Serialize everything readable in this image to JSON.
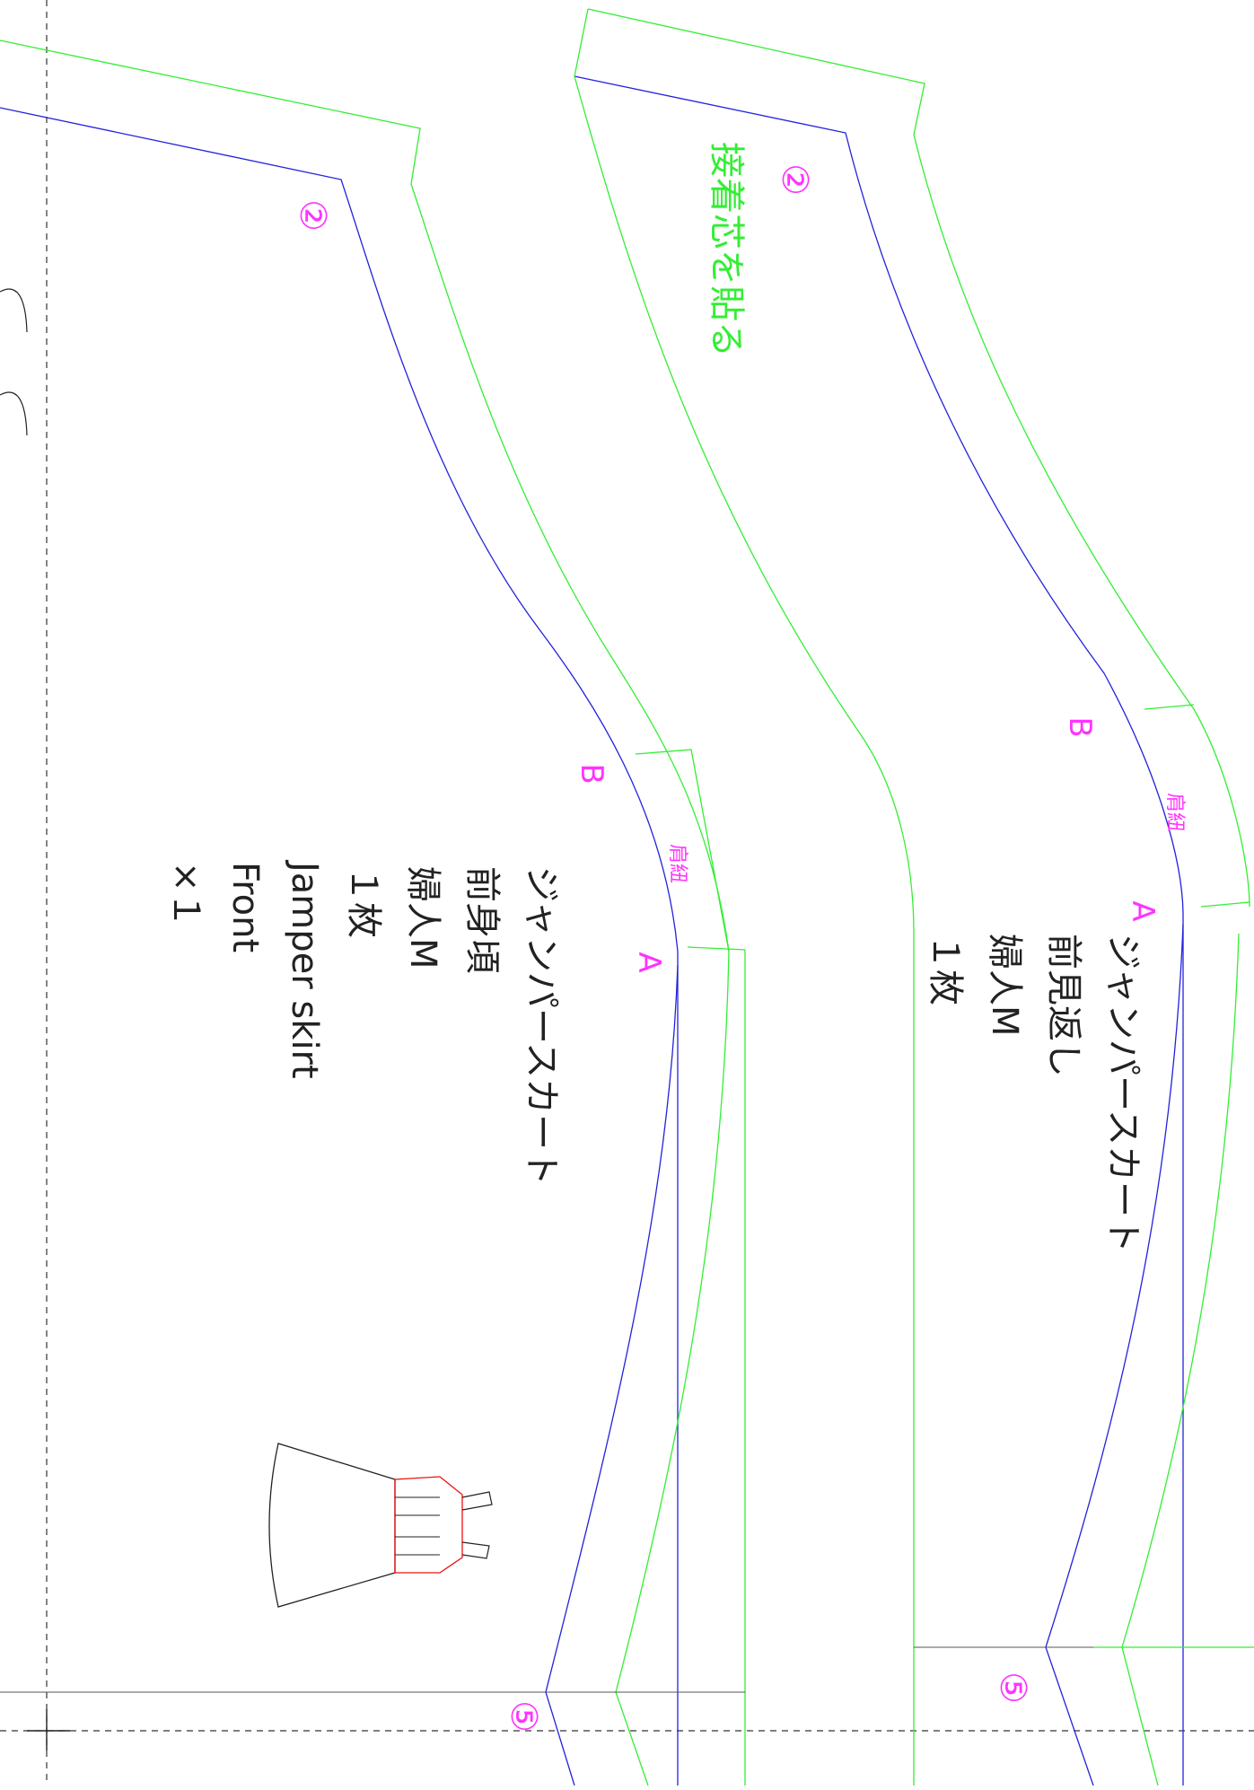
{
  "colors": {
    "cut_line": "#33ee33",
    "seam_line": "#2222dd",
    "label": "#ff33ff",
    "text": "#222222",
    "illustration_bodice": "#ee1111"
  },
  "front_bodice": {
    "number_mark": "②",
    "bottom_mark": "⑤",
    "point_b": "B",
    "point_a": "A",
    "strap_label": "肩紐",
    "info": {
      "line1": "ジャンパースカート",
      "line2": "前身頃",
      "line3": "婦人M",
      "line4": "１枚",
      "line5": "Jamper skirt",
      "line6": "Front",
      "line7": "×１"
    }
  },
  "front_facing": {
    "number_mark": "②",
    "interfacing_note": "接着芯を貼る",
    "bottom_mark": "⑤",
    "point_b": "B",
    "point_a": "A",
    "strap_label": "肩紐",
    "info": {
      "line1": "ジャンパースカート",
      "line2": "前見返し",
      "line3": "婦人M",
      "line4": "１枚"
    }
  }
}
